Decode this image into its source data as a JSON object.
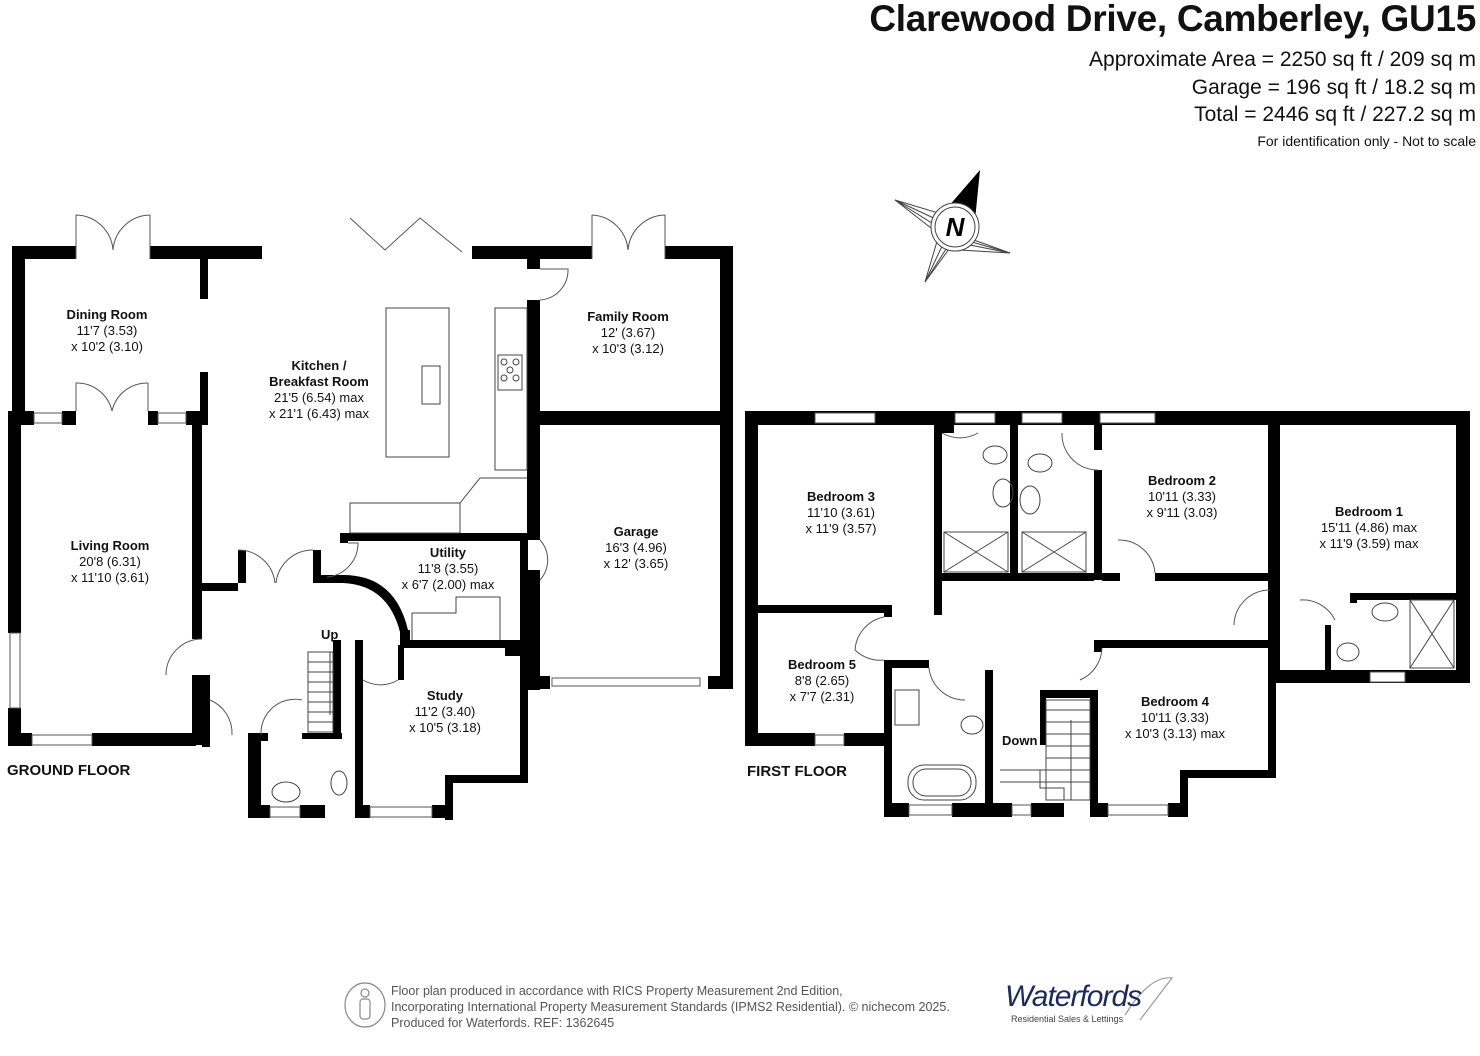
{
  "header": {
    "title": "Clarewood Drive, Camberley, GU15",
    "approx_area": "Approximate Area = 2250 sq ft / 209 sq m",
    "garage_area": "Garage = 196 sq ft / 18.2 sq m",
    "total_area": "Total = 2446 sq ft / 227.2 sq m",
    "note": "For identification only - Not to scale"
  },
  "compass": {
    "label": "N"
  },
  "ground_floor": {
    "label": "GROUND FLOOR",
    "stairs_label": "Up",
    "rooms": [
      {
        "name": "Dining Room",
        "dim1": "11'7 (3.53)",
        "dim2": "x 10'2 (3.10)"
      },
      {
        "name": "Kitchen /",
        "name2": "Breakfast Room",
        "dim1": "21'5 (6.54) max",
        "dim2": "x 21'1 (6.43) max"
      },
      {
        "name": "Family Room",
        "dim1": "12' (3.67)",
        "dim2": "x 10'3 (3.12)"
      },
      {
        "name": "Living Room",
        "dim1": "20'8 (6.31)",
        "dim2": "x 11'10 (3.61)"
      },
      {
        "name": "Utility",
        "dim1": "11'8 (3.55)",
        "dim2": "x 6'7 (2.00) max"
      },
      {
        "name": "Garage",
        "dim1": "16'3 (4.96)",
        "dim2": "x 12' (3.65)"
      },
      {
        "name": "Study",
        "dim1": "11'2 (3.40)",
        "dim2": "x 10'5 (3.18)"
      }
    ]
  },
  "first_floor": {
    "label": "FIRST FLOOR",
    "stairs_label": "Down",
    "rooms": [
      {
        "name": "Bedroom 3",
        "dim1": "11'10 (3.61)",
        "dim2": "x 11'9 (3.57)"
      },
      {
        "name": "Bedroom 2",
        "dim1": "10'11 (3.33)",
        "dim2": "x 9'11 (3.03)"
      },
      {
        "name": "Bedroom 1",
        "dim1": "15'11 (4.86) max",
        "dim2": "x 11'9 (3.59) max"
      },
      {
        "name": "Bedroom 5",
        "dim1": "8'8 (2.65)",
        "dim2": "x 7'7 (2.31)"
      },
      {
        "name": "Bedroom 4",
        "dim1": "10'11 (3.33)",
        "dim2": "x 10'3 (3.13) max"
      }
    ]
  },
  "footer": {
    "line1": "Floor plan produced in accordance with RICS Property Measurement 2nd Edition,",
    "line2": "Incorporating International Property Measurement Standards (IPMS2 Residential).  © nichecom 2025.",
    "line3": "Produced for Waterfords.   REF:  1362645",
    "brand": "Waterfords",
    "brand_sub": "Residential Sales & Lettings"
  }
}
